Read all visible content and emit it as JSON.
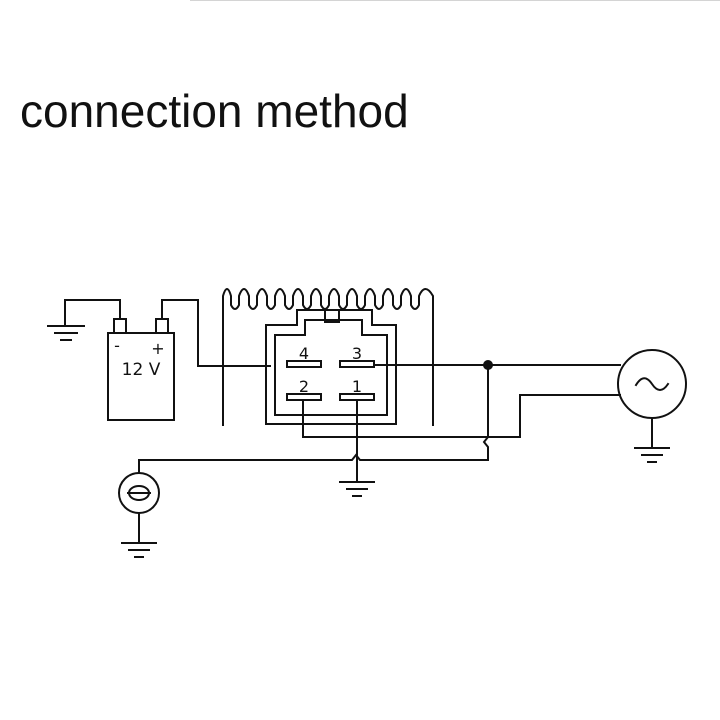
{
  "title": "connection method",
  "battery": {
    "minus": "-",
    "plus": "+",
    "voltage": "12 V"
  },
  "pins": [
    "4",
    "3",
    "2",
    "1"
  ],
  "icons": {
    "ground": "ground-icon",
    "battery": "battery-icon",
    "regulator": "regulator-icon",
    "generator": "ac-generator-icon",
    "lamp": "lamp-icon",
    "junction": "junction-dot-icon"
  },
  "colors": {
    "line": "#111111",
    "background": "#ffffff"
  }
}
